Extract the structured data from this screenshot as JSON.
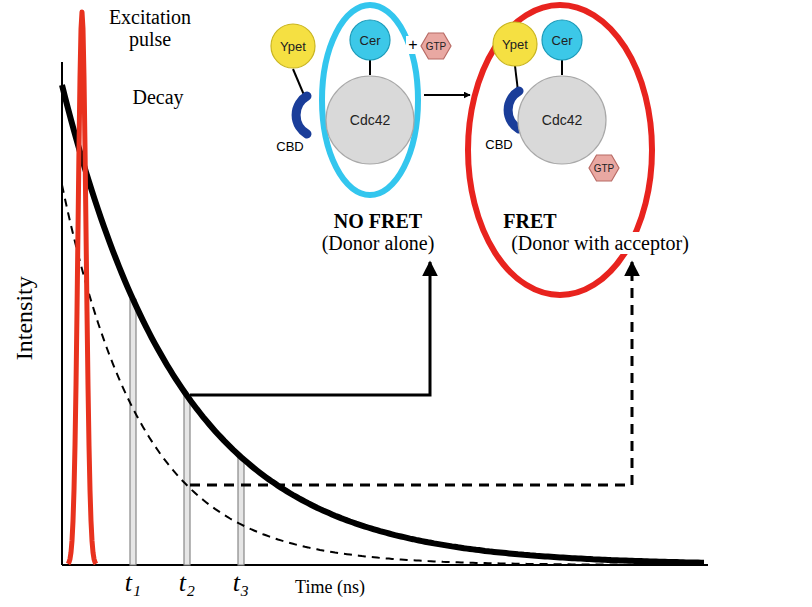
{
  "diagram": {
    "nodes": [
      {
        "text": [
          "Ypet"
        ]
      },
      {
        "text": [
          "Cer"
        ]
      },
      {
        "text": [
          "Cdc42"
        ]
      },
      {
        "text": [
          "GTP"
        ]
      },
      {
        "text": [
          "Ypet"
        ]
      },
      {
        "text": [
          "Cer"
        ]
      },
      {
        "text": [
          "Cdc42"
        ]
      },
      {
        "text": [
          "GTP"
        ]
      }
    ],
    "labels": [
      "Excitation pulse",
      "Decay",
      "Intensity",
      "t₁",
      "t₂",
      "t₃",
      "Time (ns)",
      "CBD",
      "+",
      "CBD",
      "NO FRET",
      "(Donor alone)",
      "FRET",
      "(Donor with acceptor)"
    ]
  }
}
